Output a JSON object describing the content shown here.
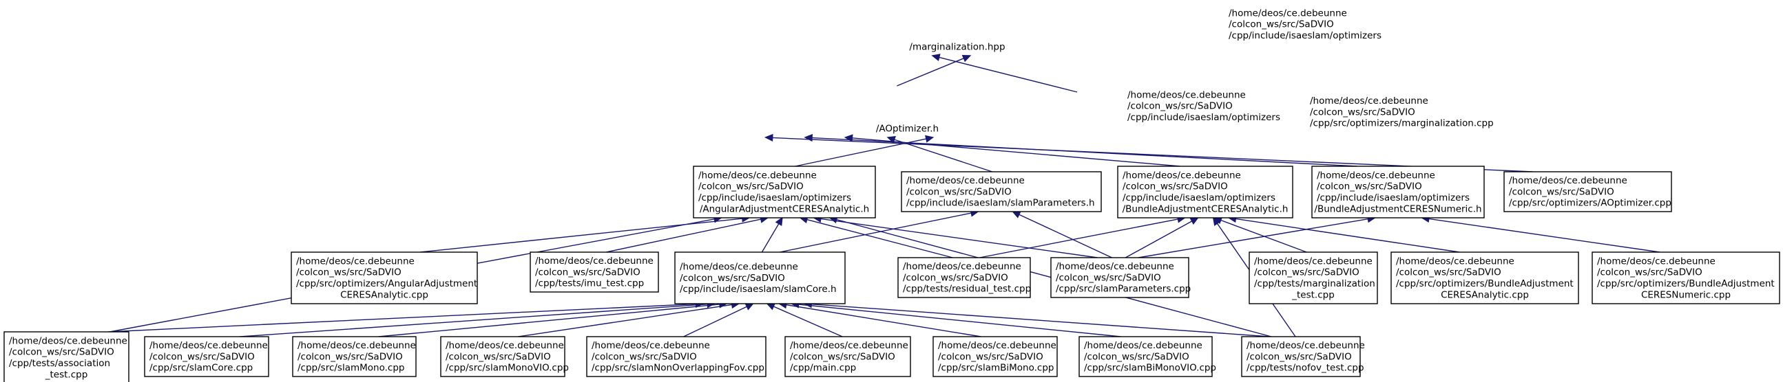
{
  "colors": {
    "edge": "#191970",
    "root_fill": "#bfbfbf",
    "node_fill": "#ffffff",
    "border": "#000000"
  },
  "nodes": [
    {
      "id": "marg_hpp",
      "root": true,
      "lines": [
        "/home/deos/ce.debeunne",
        "/colcon_ws/src/SaDVIO",
        "/cpp/include/isaeslam/optimizers",
        "/marginalization.hpp"
      ]
    },
    {
      "id": "aopt_h",
      "lines": [
        "/home/deos/ce.debeunne",
        "/colcon_ws/src/SaDVIO",
        "/cpp/include/isaeslam/optimizers",
        "/AOptimizer.h"
      ]
    },
    {
      "id": "marg_cpp",
      "lines": [
        "/home/deos/ce.debeunne",
        "/colcon_ws/src/SaDVIO",
        "/cpp/src/optimizers/marginalization.cpp"
      ]
    },
    {
      "id": "angular_h",
      "lines": [
        "/home/deos/ce.debeunne",
        "/colcon_ws/src/SaDVIO",
        "/cpp/include/isaeslam/optimizers",
        "/AngularAdjustmentCERESAnalytic.h"
      ]
    },
    {
      "id": "slamparams_h",
      "lines": [
        "/home/deos/ce.debeunne",
        "/colcon_ws/src/SaDVIO",
        "/cpp/include/isaeslam/slamParameters.h"
      ]
    },
    {
      "id": "ba_analytic_h",
      "lines": [
        "/home/deos/ce.debeunne",
        "/colcon_ws/src/SaDVIO",
        "/cpp/include/isaeslam/optimizers",
        "/BundleAdjustmentCERESAnalytic.h"
      ]
    },
    {
      "id": "ba_numeric_h",
      "lines": [
        "/home/deos/ce.debeunne",
        "/colcon_ws/src/SaDVIO",
        "/cpp/include/isaeslam/optimizers",
        "/BundleAdjustmentCERESNumeric.h"
      ]
    },
    {
      "id": "aopt_cpp",
      "lines": [
        "/home/deos/ce.debeunne",
        "/colcon_ws/src/SaDVIO",
        "/cpp/src/optimizers/AOptimizer.cpp"
      ]
    },
    {
      "id": "angular_cpp",
      "lines": [
        "/home/deos/ce.debeunne",
        "/colcon_ws/src/SaDVIO",
        "/cpp/src/optimizers/AngularAdjustment",
        "CERESAnalytic.cpp"
      ]
    },
    {
      "id": "imu_test",
      "lines": [
        "/home/deos/ce.debeunne",
        "/colcon_ws/src/SaDVIO",
        "/cpp/tests/imu_test.cpp"
      ]
    },
    {
      "id": "slamcore_h",
      "lines": [
        "/home/deos/ce.debeunne",
        "/colcon_ws/src/SaDVIO",
        "/cpp/include/isaeslam/slamCore.h"
      ]
    },
    {
      "id": "residual_test",
      "lines": [
        "/home/deos/ce.debeunne",
        "/colcon_ws/src/SaDVIO",
        "/cpp/tests/residual_test.cpp"
      ]
    },
    {
      "id": "slamparams_cpp",
      "lines": [
        "/home/deos/ce.debeunne",
        "/colcon_ws/src/SaDVIO",
        "/cpp/src/slamParameters.cpp"
      ]
    },
    {
      "id": "marg_test",
      "lines": [
        "/home/deos/ce.debeunne",
        "/colcon_ws/src/SaDVIO",
        "/cpp/tests/marginalization",
        "_test.cpp"
      ]
    },
    {
      "id": "ba_analytic_cpp",
      "lines": [
        "/home/deos/ce.debeunne",
        "/colcon_ws/src/SaDVIO",
        "/cpp/src/optimizers/BundleAdjustment",
        "CERESAnalytic.cpp"
      ]
    },
    {
      "id": "ba_numeric_cpp",
      "lines": [
        "/home/deos/ce.debeunne",
        "/colcon_ws/src/SaDVIO",
        "/cpp/src/optimizers/BundleAdjustment",
        "CERESNumeric.cpp"
      ]
    },
    {
      "id": "assoc_test",
      "lines": [
        "/home/deos/ce.debeunne",
        "/colcon_ws/src/SaDVIO",
        "/cpp/tests/association",
        "_test.cpp"
      ]
    },
    {
      "id": "slamcore_cpp",
      "lines": [
        "/home/deos/ce.debeunne",
        "/colcon_ws/src/SaDVIO",
        "/cpp/src/slamCore.cpp"
      ]
    },
    {
      "id": "slammono_cpp",
      "lines": [
        "/home/deos/ce.debeunne",
        "/colcon_ws/src/SaDVIO",
        "/cpp/src/slamMono.cpp"
      ]
    },
    {
      "id": "slammonovio_cpp",
      "lines": [
        "/home/deos/ce.debeunne",
        "/colcon_ws/src/SaDVIO",
        "/cpp/src/slamMonoVIO.cpp"
      ]
    },
    {
      "id": "slamnonoverlap_cpp",
      "lines": [
        "/home/deos/ce.debeunne",
        "/colcon_ws/src/SaDVIO",
        "/cpp/src/slamNonOverlappingFov.cpp"
      ]
    },
    {
      "id": "main_cpp",
      "lines": [
        "/home/deos/ce.debeunne",
        "/colcon_ws/src/SaDVIO",
        "/cpp/main.cpp"
      ]
    },
    {
      "id": "slambimono_cpp",
      "lines": [
        "/home/deos/ce.debeunne",
        "/colcon_ws/src/SaDVIO",
        "/cpp/src/slamBiMono.cpp"
      ]
    },
    {
      "id": "slambimonovio_cpp",
      "lines": [
        "/home/deos/ce.debeunne",
        "/colcon_ws/src/SaDVIO",
        "/cpp/src/slamBiMonoVIO.cpp"
      ]
    },
    {
      "id": "nofov_test",
      "lines": [
        "/home/deos/ce.debeunne",
        "/colcon_ws/src/SaDVIO",
        "/cpp/tests/nofov_test.cpp"
      ]
    }
  ],
  "edges": [
    [
      "marg_hpp",
      "aopt_h"
    ],
    [
      "marg_hpp",
      "marg_cpp"
    ],
    [
      "aopt_h",
      "angular_h"
    ],
    [
      "aopt_h",
      "slamparams_h"
    ],
    [
      "aopt_h",
      "ba_analytic_h"
    ],
    [
      "aopt_h",
      "ba_numeric_h"
    ],
    [
      "aopt_h",
      "aopt_cpp"
    ],
    [
      "angular_h",
      "angular_cpp"
    ],
    [
      "angular_h",
      "imu_test"
    ],
    [
      "angular_h",
      "slamcore_h"
    ],
    [
      "angular_h",
      "residual_test"
    ],
    [
      "angular_h",
      "slamparams_cpp"
    ],
    [
      "angular_h",
      "assoc_test"
    ],
    [
      "angular_h",
      "nofov_test"
    ],
    [
      "slamparams_h",
      "slamcore_h"
    ],
    [
      "slamparams_h",
      "slamparams_cpp"
    ],
    [
      "ba_analytic_h",
      "residual_test"
    ],
    [
      "ba_analytic_h",
      "slamparams_cpp"
    ],
    [
      "ba_analytic_h",
      "marg_test"
    ],
    [
      "ba_analytic_h",
      "ba_analytic_cpp"
    ],
    [
      "ba_analytic_h",
      "nofov_test"
    ],
    [
      "ba_numeric_h",
      "slamparams_cpp"
    ],
    [
      "ba_numeric_h",
      "ba_numeric_cpp"
    ],
    [
      "slamcore_h",
      "assoc_test"
    ],
    [
      "slamcore_h",
      "slamcore_cpp"
    ],
    [
      "slamcore_h",
      "slammono_cpp"
    ],
    [
      "slamcore_h",
      "slammonovio_cpp"
    ],
    [
      "slamcore_h",
      "slamnonoverlap_cpp"
    ],
    [
      "slamcore_h",
      "main_cpp"
    ],
    [
      "slamcore_h",
      "slambimono_cpp"
    ],
    [
      "slamcore_h",
      "slambimonovio_cpp"
    ],
    [
      "slamcore_h",
      "nofov_test"
    ]
  ]
}
